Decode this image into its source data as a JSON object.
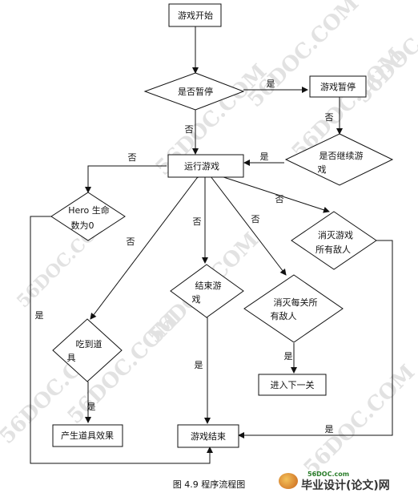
{
  "nodes": {
    "start": "游戏开始",
    "pause_q": "是否暂停",
    "paused": "游戏暂停",
    "continue_q": [
      "是否继续游",
      "戏"
    ],
    "running": "运行游戏",
    "hero_q": [
      "Hero 生命",
      "数为0"
    ],
    "clear_all_q": [
      "消灭游戏",
      "所有敌人"
    ],
    "end_q": [
      "结束游",
      "戏"
    ],
    "clear_level_q": [
      "消灭每关所",
      "有敌人"
    ],
    "item_q": [
      "吃到道",
      "具"
    ],
    "next_level": "进入下一关",
    "item_effect": "产生道具效果",
    "game_over": "游戏结束"
  },
  "edge_labels": {
    "yes": "是",
    "no": "否"
  },
  "caption": "图 4.9    程序流程图",
  "watermark": "56DOC.COM",
  "logo": {
    "small": "56DOC.com",
    "main": "毕业设计(论文)网"
  }
}
